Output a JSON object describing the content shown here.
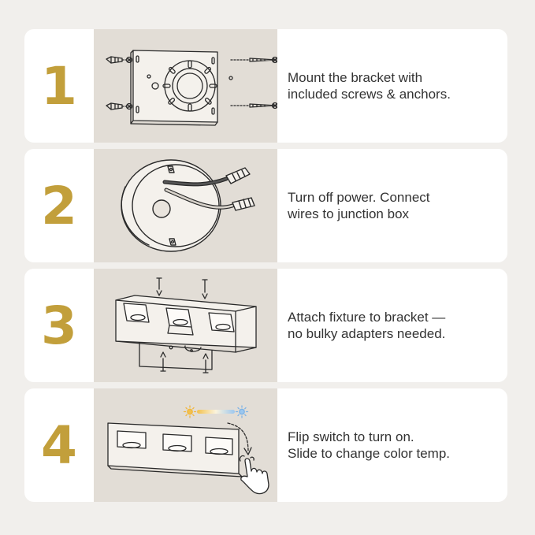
{
  "colors": {
    "page_background": "#f1efec",
    "card_background": "#ffffff",
    "number_gold": "#c29f3b",
    "illustration_background": "#e2ddd6",
    "text": "#333333"
  },
  "steps": [
    {
      "number": "1",
      "illustration": "bracket-screws-anchors-icon",
      "lines": [
        "Mount the bracket with",
        "included screws & anchors."
      ]
    },
    {
      "number": "2",
      "illustration": "junction-box-wires-icon",
      "lines": [
        "Turn off power. Connect",
        "wires to junction box"
      ]
    },
    {
      "number": "3",
      "illustration": "fixture-on-bracket-icon",
      "lines": [
        "Attach fixture to bracket —",
        "no bulky adapters needed."
      ]
    },
    {
      "number": "4",
      "illustration": "flip-switch-color-temp-icon",
      "lines": [
        "Flip switch to turn on.",
        "Slide to change color temp."
      ]
    }
  ]
}
